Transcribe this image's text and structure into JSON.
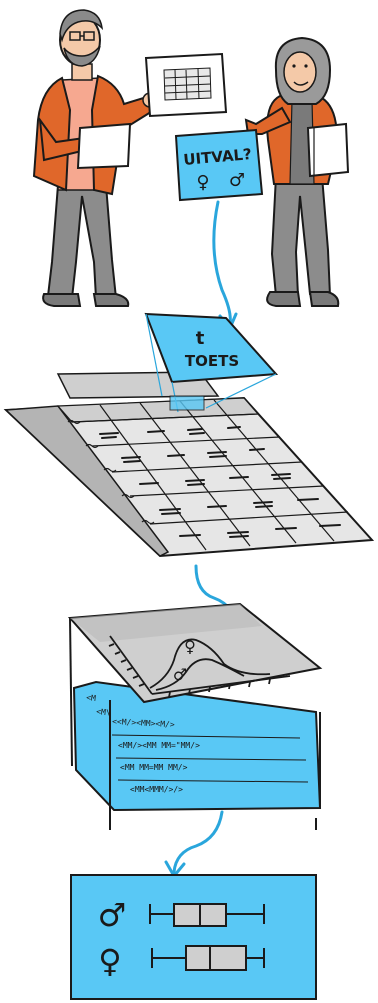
{
  "colors": {
    "card_blue": "#59c8f5",
    "arrow_blue": "#2aa6dc",
    "jacket_orange": "#e0672a",
    "pants_grey": "#8c8c8c",
    "outline": "#1a1a1a"
  },
  "question_card": {
    "text": "UITVAL?",
    "male_symbol": "♂",
    "female_symbol": "♀"
  },
  "test_card": {
    "letter": "t",
    "text": "TOETS"
  },
  "plot_panel": {
    "female_symbol": "♀",
    "male_symbol": "♂"
  },
  "code_lines": [
    "<M",
    "<M\\",
    "<<M/><MM><M/>",
    "<MM/><MM MM=\"MM/>",
    "<MM MM=MM MM/>",
    "<MM<MMM/>/>"
  ],
  "result_card": {
    "male_symbol": "♂",
    "female_symbol": "♀"
  }
}
